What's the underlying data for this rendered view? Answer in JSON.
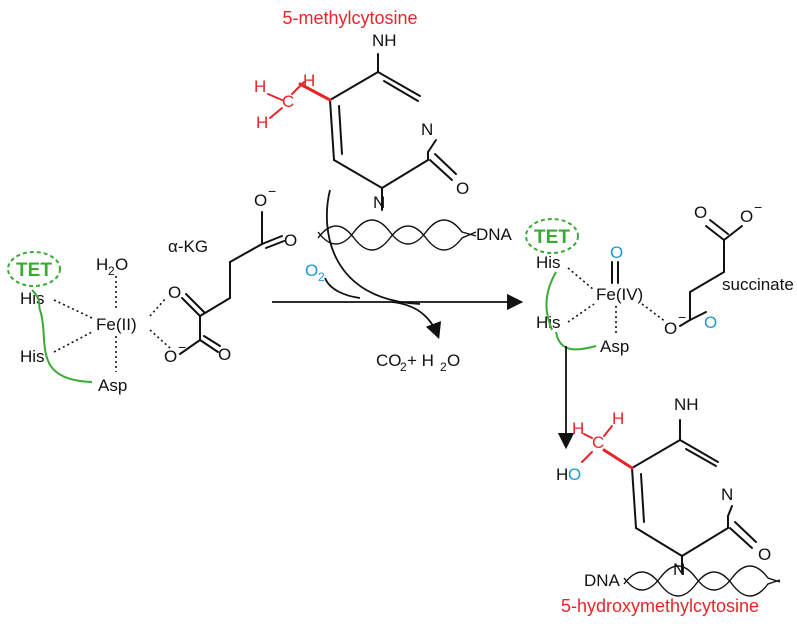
{
  "colors": {
    "substrate_red": "#e8262a",
    "tet_green": "#3aaa35",
    "oxygen_blue": "#1a9bd7",
    "ink": "#111111"
  },
  "titles": {
    "substrate": "5-methylcytosine",
    "product": "5-hydroxymethylcytosine"
  },
  "enzyme": {
    "tet": "TET",
    "his": "His",
    "asp": "Asp",
    "fe2": "Fe(II)",
    "fe4": "Fe(IV)",
    "water_h": "H",
    "water_sub": "2",
    "water_o": "O"
  },
  "cofactor": {
    "akg": "α-KG",
    "succinate": "succinate",
    "o": "O",
    "o_minus": "O",
    "minus": "−"
  },
  "reagents": {
    "o2_o": "O",
    "o2_sub": "2",
    "co2_co": "CO",
    "co2_sub": "2",
    "plus_h": "+ H",
    "h2o_sub": "2",
    "h2o_o": "O"
  },
  "base": {
    "nh": "NH",
    "n": "N",
    "o": "O",
    "dna": "DNA",
    "h": "H",
    "c": "C"
  }
}
